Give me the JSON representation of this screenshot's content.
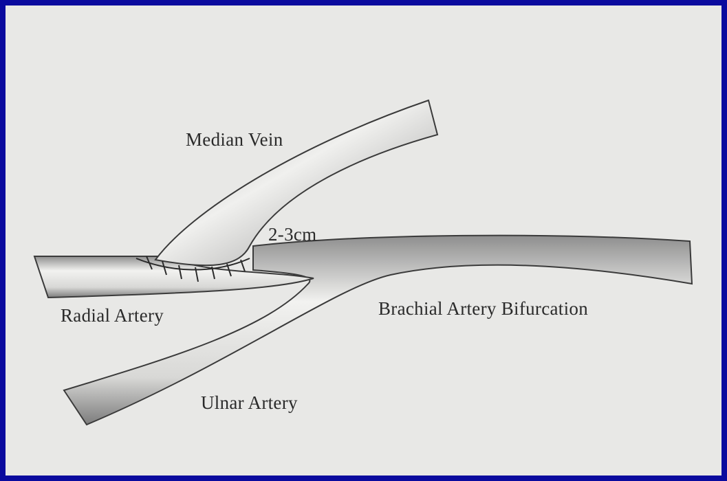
{
  "diagram": {
    "labels": {
      "median_vein": "Median Vein",
      "distance": "2-3cm",
      "radial_artery": "Radial Artery",
      "brachial_artery_bifurcation": "Brachial Artery Bifurcation",
      "ulnar_artery": "Ulnar Artery"
    }
  },
  "colors": {
    "border": "#0a0a9e",
    "paper": "#e8e8e6",
    "ink": "#2a2a2a"
  }
}
